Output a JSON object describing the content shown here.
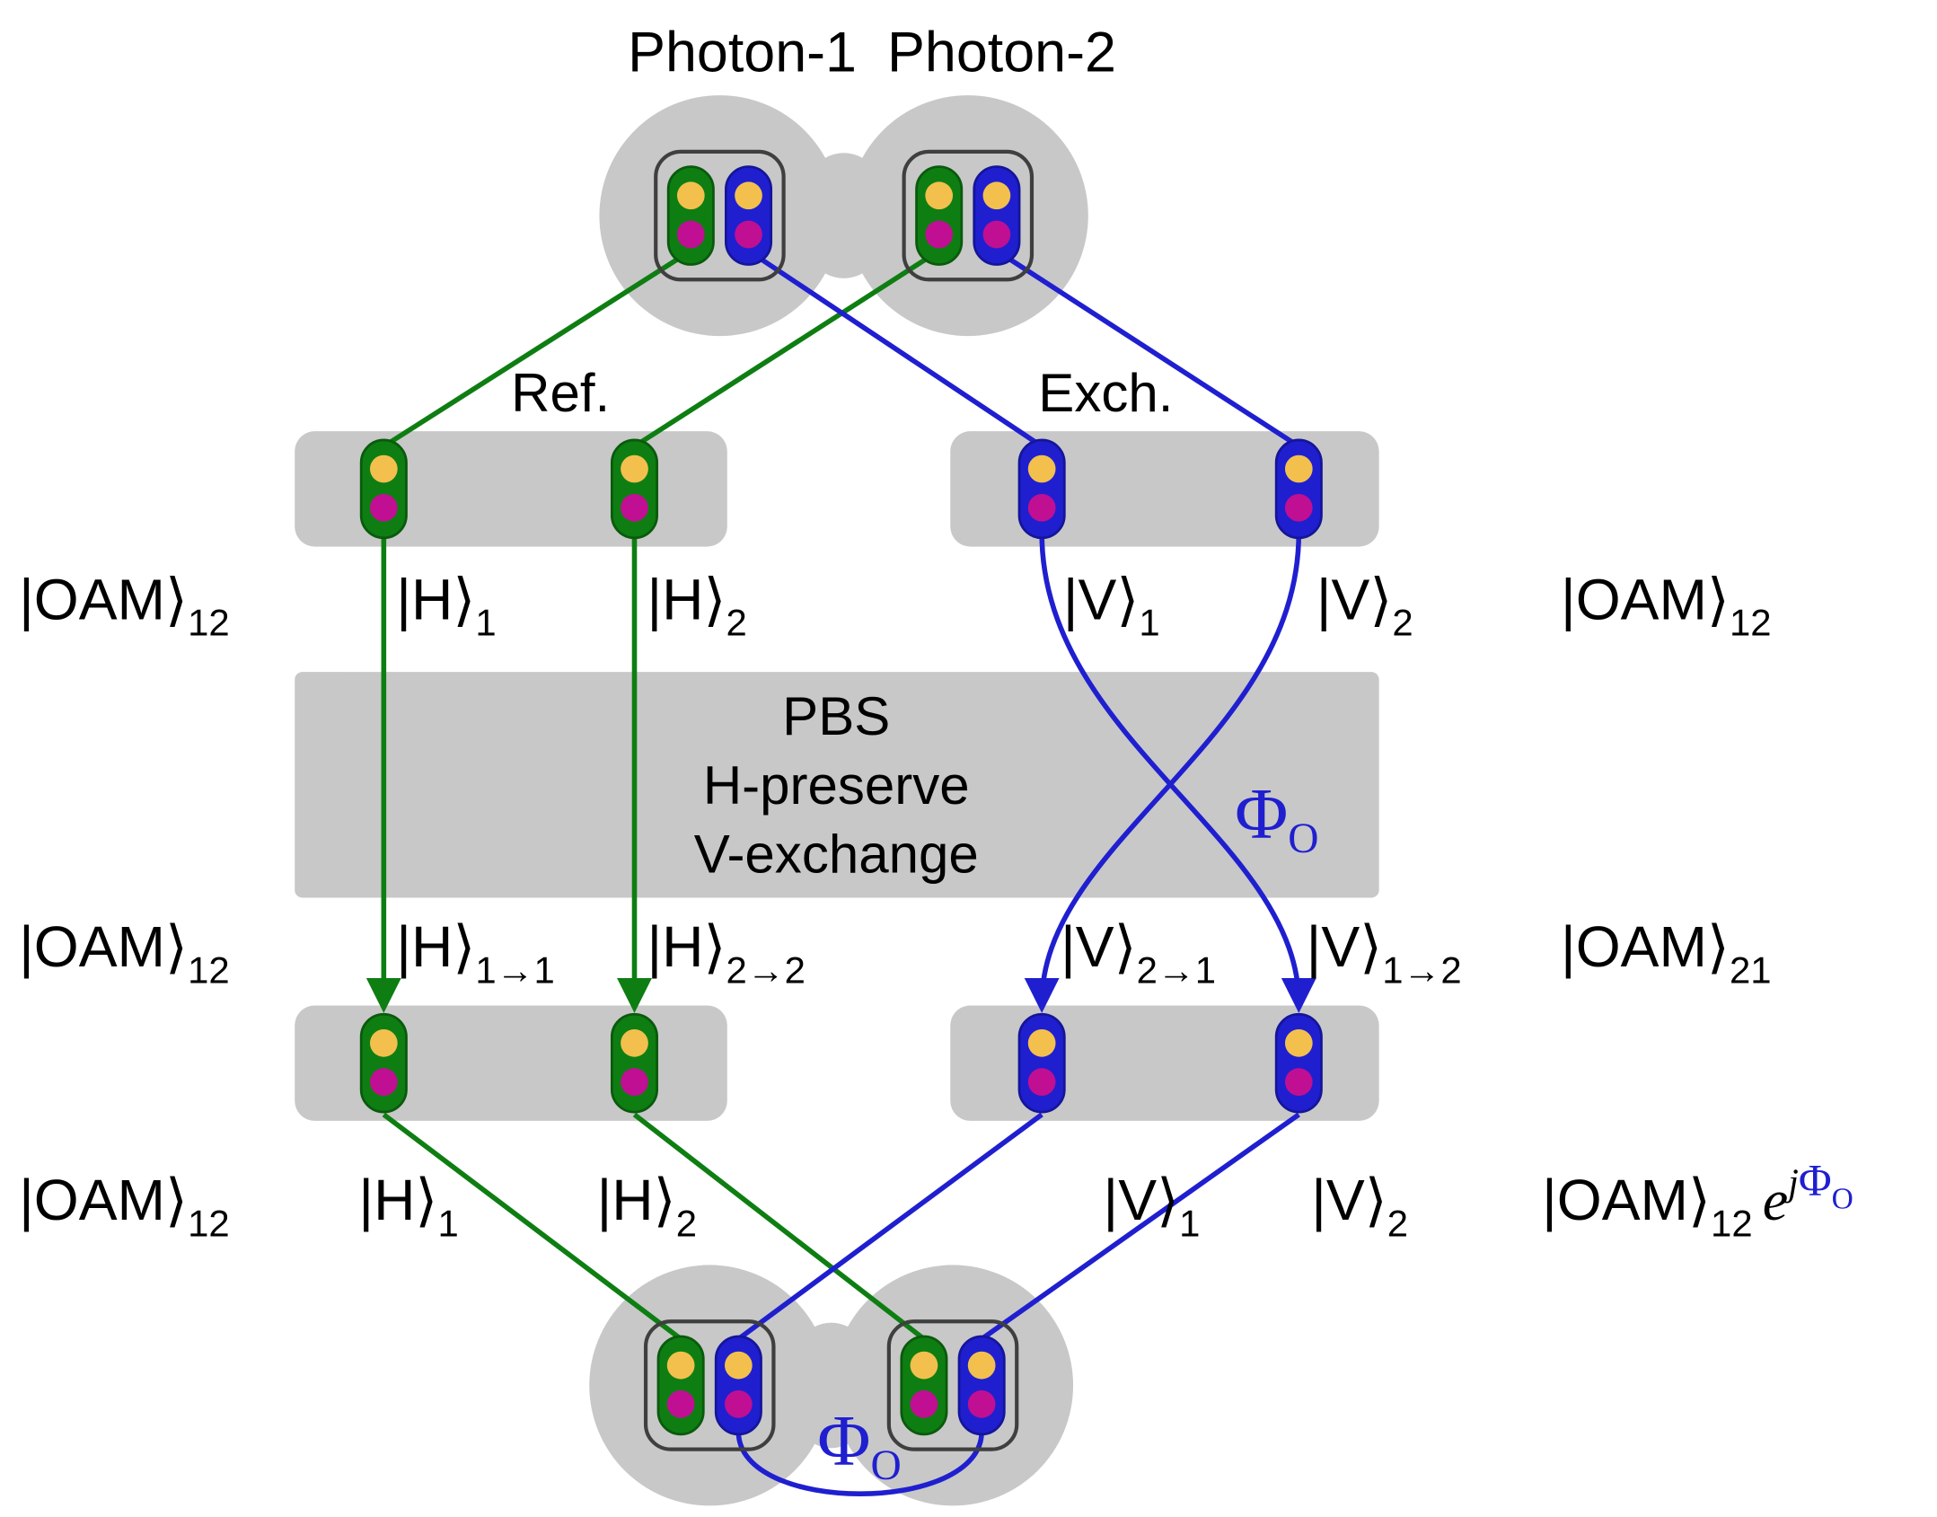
{
  "titles": {
    "photon1": "Photon-1",
    "photon2": "Photon-2"
  },
  "beams": {
    "ref": "Ref.",
    "exch": "Exch."
  },
  "pbs": {
    "name": "PBS",
    "h_rule": "H-preserve",
    "v_rule": "V-exchange"
  },
  "phase": {
    "phi": "Φ",
    "sub": "O"
  },
  "states": {
    "top": {
      "oam_left": {
        "main": "|OAM⟩",
        "sub": "12"
      },
      "h1": {
        "main": "|H⟩",
        "sub": "1"
      },
      "h2": {
        "main": "|H⟩",
        "sub": "2"
      },
      "v1": {
        "main": "|V⟩",
        "sub": "1"
      },
      "v2": {
        "main": "|V⟩",
        "sub": "2"
      },
      "oam_right": {
        "main": "|OAM⟩",
        "sub": "12"
      }
    },
    "mid": {
      "oam_left": {
        "main": "|OAM⟩",
        "sub": "12"
      },
      "h11": {
        "main": "|H⟩",
        "sub": "1→1"
      },
      "h22": {
        "main": "|H⟩",
        "sub": "2→2"
      },
      "v21": {
        "main": "|V⟩",
        "sub": "2→1"
      },
      "v12": {
        "main": "|V⟩",
        "sub": "1→2"
      },
      "oam_right": {
        "main": "|OAM⟩",
        "sub": "21"
      }
    },
    "bottom": {
      "oam_left": {
        "main": "|OAM⟩",
        "sub": "12"
      },
      "h1": {
        "main": "|H⟩",
        "sub": "1"
      },
      "h2": {
        "main": "|H⟩",
        "sub": "2"
      },
      "v1": {
        "main": "|V⟩",
        "sub": "1"
      },
      "v2": {
        "main": "|V⟩",
        "sub": "2"
      },
      "oam_right": {
        "main": "|OAM⟩",
        "sub": "12",
        "e": "e",
        "sup_j": "j",
        "sup_phi": "Φ",
        "sup_phi_sub": "O"
      }
    }
  },
  "colors": {
    "h_green": "#0e7e12",
    "v_blue": "#1f1fd0",
    "oam_yellow": "#f3c04d",
    "oam_magenta": "#c00f92",
    "panel_gray": "#c8c8c8"
  }
}
